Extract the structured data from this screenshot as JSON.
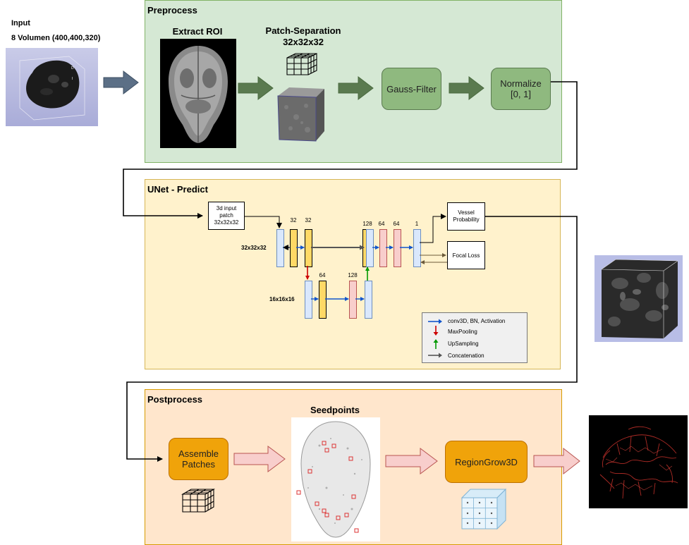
{
  "input": {
    "title": "Input",
    "subtitle": "8 Volumen (400,400,320)"
  },
  "preprocess": {
    "title": "Preprocess",
    "extract_roi": "Extract ROI",
    "patch_sep_line1": "Patch-Separation",
    "patch_sep_line2": "32x32x32",
    "gauss": "Gauss-Filter",
    "normalize_line1": "Normalize",
    "normalize_line2": "[0, 1]"
  },
  "unet": {
    "title": "UNet - Predict",
    "input_line1": "3d input",
    "input_line2": "patch",
    "input_line3": "32x32x32",
    "res_high": "32x32x32",
    "res_low": "16x16x16",
    "ch_32a": "32",
    "ch_32b": "32",
    "ch_64_low": "64",
    "ch_128_low": "128",
    "ch_128": "128",
    "ch_64a": "64",
    "ch_64b": "64",
    "ch_1": "1",
    "vessel_line1": "Vessel",
    "vessel_line2": "Probability",
    "focal_loss": "Focal Loss",
    "legend": {
      "conv": "conv3D, BN, Activation",
      "pool": "MaxPooling",
      "up": "UpSampling",
      "concat": "Concatenation"
    }
  },
  "postprocess": {
    "title": "Postprocess",
    "assemble_line1": "Assemble",
    "assemble_line2": "Patches",
    "seedpoints": "Seedpoints",
    "regiongrow": "RegionGrow3D"
  },
  "colors": {
    "preprocess_bg": "#d5e8d4",
    "preprocess_border": "#82b366",
    "green_box": "#8fb97f",
    "green_arrow": "#5a7a4f",
    "unet_bg": "#fff2cc",
    "unet_border": "#d6b656",
    "post_bg": "#ffe6cc",
    "post_border": "#d79b00",
    "orange_box": "#f0a30a",
    "pink_arrow": "#f8cecc",
    "blue_layer": "#dae8fc",
    "yellow_layer": "#ffd966",
    "pink_layer": "#f8cecc"
  }
}
